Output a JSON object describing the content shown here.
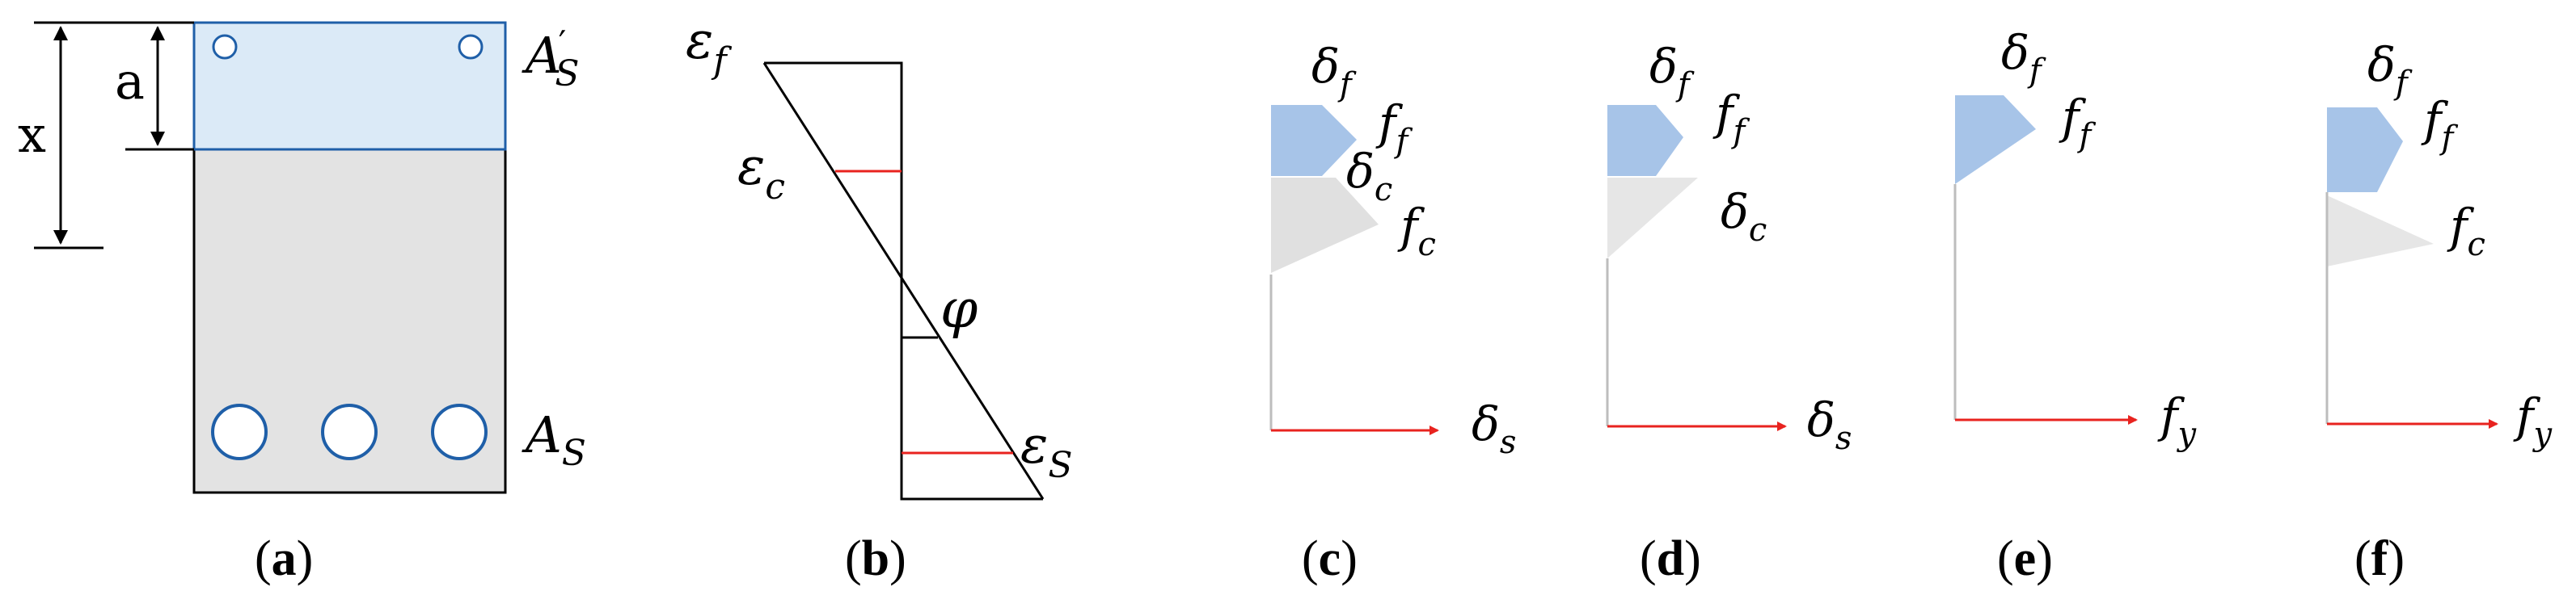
{
  "panels": {
    "a": {
      "caption_open": "(",
      "caption_letter": "a",
      "caption_close": ")",
      "dim_x": "x",
      "dim_a": "a",
      "top_steel_main": "A",
      "top_steel_prime": "′",
      "top_steel_sub": "S",
      "bottom_steel_main": "A",
      "bottom_steel_sub": "S"
    },
    "b": {
      "caption_open": "(",
      "caption_letter": "b",
      "caption_close": ")",
      "eps_f_main": "ε",
      "eps_f_sub": "f",
      "eps_c_main": "ε",
      "eps_c_sub": "c",
      "phi": "φ",
      "eps_s_main": "ε",
      "eps_s_sub": "S"
    },
    "c": {
      "caption_open": "(",
      "caption_letter": "c",
      "caption_close": ")",
      "top_label_main": "δ",
      "top_label_sub": "f",
      "label_2_main": "f",
      "label_2_sub": "f",
      "label_3_main": "δ",
      "label_3_sub": "c",
      "label_4_main": "f",
      "label_4_sub": "c",
      "axis_main": "δ",
      "axis_sub": "s"
    },
    "d": {
      "caption_open": "(",
      "caption_letter": "d",
      "caption_close": ")",
      "top_label_main": "δ",
      "top_label_sub": "f",
      "label_2_main": "f",
      "label_2_sub": "f",
      "label_3_main": "δ",
      "label_3_sub": "c",
      "axis_main": "δ",
      "axis_sub": "s"
    },
    "e": {
      "caption_open": "(",
      "caption_letter": "e",
      "caption_close": ")",
      "top_label_main": "δ",
      "top_label_sub": "f",
      "label_2_main": "f",
      "label_2_sub": "f",
      "axis_main": "f",
      "axis_sub": "y"
    },
    "f": {
      "caption_open": "(",
      "caption_letter": "f",
      "caption_close": ")",
      "top_label_main": "δ",
      "top_label_sub": "f",
      "label_2_main": "f",
      "label_2_sub": "f",
      "label_4_main": "f",
      "label_4_sub": "c",
      "axis_main": "f",
      "axis_sub": "y"
    }
  },
  "colors": {
    "compression_zone": "#dbeaf7",
    "section_gray": "#e3e3e3",
    "rebar_stroke": "#1f5fa8",
    "frp_stress": "#a7c4e8",
    "concrete_stress": "#e0e0e0",
    "axis_red": "#e8231f",
    "strain_red": "#e8231f"
  }
}
